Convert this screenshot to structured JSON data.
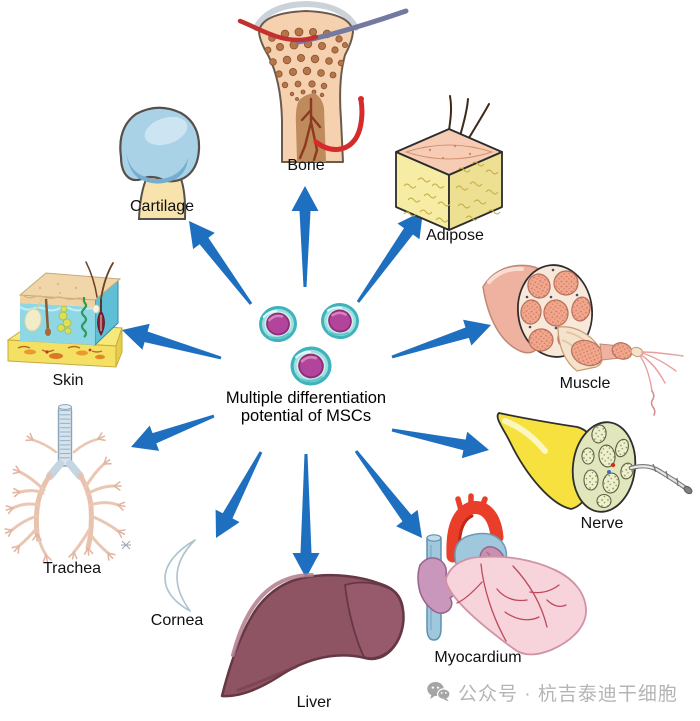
{
  "diagram": {
    "center": {
      "line1": "Multiple differentiation",
      "line2": "potential of MSCs"
    },
    "cells": {
      "count": 3
    },
    "nodes": [
      {
        "id": "bone",
        "label": "Bone"
      },
      {
        "id": "cartilage",
        "label": "Cartilage"
      },
      {
        "id": "adipose",
        "label": "Adipose"
      },
      {
        "id": "skin",
        "label": "Skin"
      },
      {
        "id": "muscle",
        "label": "Muscle"
      },
      {
        "id": "trachea",
        "label": "Trachea"
      },
      {
        "id": "nerve",
        "label": "Nerve"
      },
      {
        "id": "cornea",
        "label": "Cornea"
      },
      {
        "id": "liver",
        "label": "Liver"
      },
      {
        "id": "myocardium",
        "label": "Myocardium"
      }
    ],
    "arrow_color": "#1e6fbf"
  },
  "watermark": {
    "icon": "wechat-icon",
    "text": "公众号 · 杭吉泰迪干细胞",
    "color": "#b5b5b5"
  }
}
